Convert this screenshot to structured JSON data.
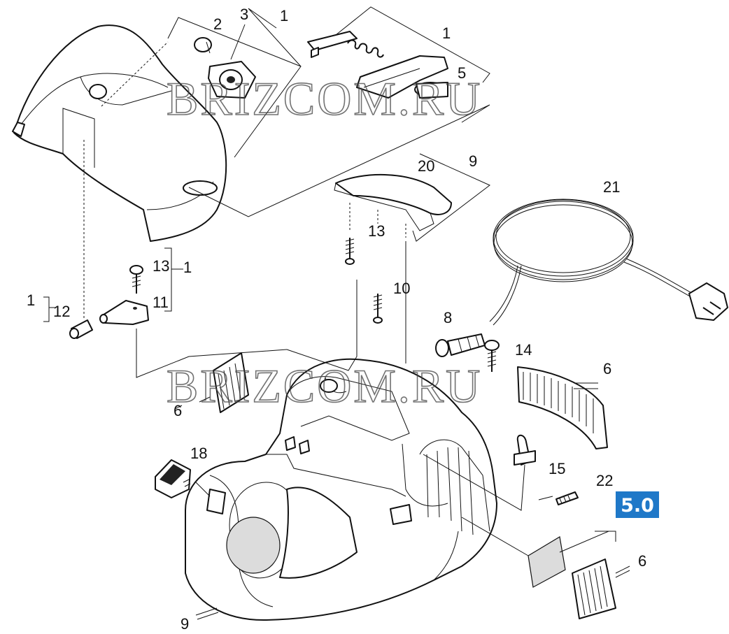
{
  "watermarks": [
    "BRIZCOM.RU",
    "BRIZCOM.RU"
  ],
  "badge": {
    "text": "5.0",
    "color": "#1f78c8"
  },
  "callouts": [
    {
      "id": "c-2",
      "text": "2"
    },
    {
      "id": "c-3",
      "text": "3"
    },
    {
      "id": "c-1-top",
      "text": "1"
    },
    {
      "id": "c-1-right",
      "text": "1"
    },
    {
      "id": "c-5",
      "text": "5"
    },
    {
      "id": "c-20",
      "text": "20"
    },
    {
      "id": "c-9-top",
      "text": "9"
    },
    {
      "id": "c-21",
      "text": "21"
    },
    {
      "id": "c-13-mid",
      "text": "13"
    },
    {
      "id": "c-13-left",
      "text": "13"
    },
    {
      "id": "c-1-left",
      "text": "1"
    },
    {
      "id": "c-1-far",
      "text": "1"
    },
    {
      "id": "c-12",
      "text": "12"
    },
    {
      "id": "c-11",
      "text": "11"
    },
    {
      "id": "c-10",
      "text": "10"
    },
    {
      "id": "c-8",
      "text": "8"
    },
    {
      "id": "c-14",
      "text": "14"
    },
    {
      "id": "c-6-right",
      "text": "6"
    },
    {
      "id": "c-6-left",
      "text": "6"
    },
    {
      "id": "c-18",
      "text": "18"
    },
    {
      "id": "c-15",
      "text": "15"
    },
    {
      "id": "c-22",
      "text": "22"
    },
    {
      "id": "c-6-bottom",
      "text": "6"
    },
    {
      "id": "c-9-bottom",
      "text": "9"
    }
  ]
}
